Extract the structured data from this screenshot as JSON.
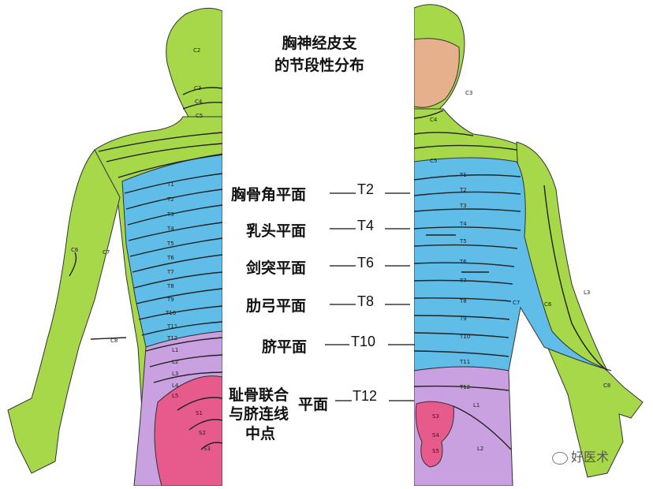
{
  "title": {
    "line1": "胸神经皮支",
    "line2": "的节段性分布"
  },
  "levels": [
    {
      "label": "胸骨角平面",
      "code": "T2"
    },
    {
      "label": "乳头平面",
      "code": "T4"
    },
    {
      "label": "剑突平面",
      "code": "T6"
    },
    {
      "label": "肋弓平面",
      "code": "T8"
    },
    {
      "label": "脐平面",
      "code": "T10"
    },
    {
      "label_lines": [
        "耻骨联合",
        "与脐连线",
        "中点"
      ],
      "label_suffix": "平面",
      "code": "T12"
    }
  ],
  "back_labels": [
    "C2",
    "C3",
    "C4",
    "C5",
    "C6",
    "C7",
    "C8",
    "T1",
    "T2",
    "T3",
    "T4",
    "T5",
    "T6",
    "T7",
    "T8",
    "T9",
    "T10",
    "T11",
    "T12",
    "L1",
    "L2",
    "L3",
    "L4",
    "L5",
    "S1",
    "S2",
    "S3"
  ],
  "front_labels": [
    "C3",
    "C4",
    "C5",
    "T1",
    "T2",
    "T3",
    "T4",
    "T5",
    "T6",
    "T7",
    "T8",
    "T9",
    "T10",
    "T11",
    "T12",
    "L1",
    "L2",
    "L3",
    "C6",
    "C7",
    "C8",
    "S3",
    "S4",
    "S5"
  ],
  "watermark": "好医术",
  "colors": {
    "skin_green": "#a6d84a",
    "thorax_blue": "#5fbde8",
    "lumbar_purple": "#c9a0e0",
    "sacral_pink": "#e65a8c",
    "face": "#e6b08c"
  }
}
